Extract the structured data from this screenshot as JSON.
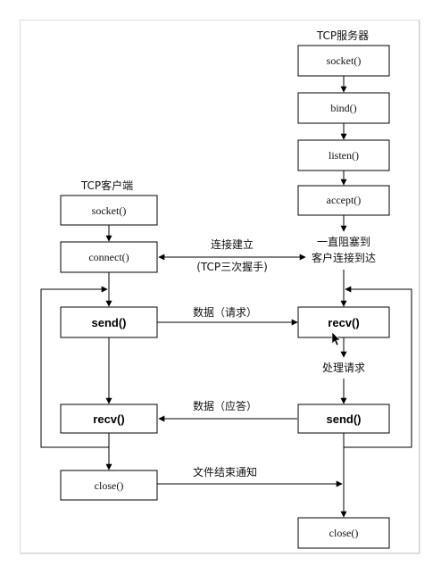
{
  "server": {
    "title": "TCP服务器",
    "steps": [
      "socket()",
      "bind()",
      "listen()",
      "accept()"
    ],
    "block_note_line1": "一直阻塞到",
    "block_note_line2": "客户连接到达",
    "recv_label": "recv()",
    "process_label": "处理请求",
    "send_label": "send()",
    "close_label": "close()"
  },
  "client": {
    "title": "TCP客户端",
    "socket_label": "socket()",
    "connect_label": "connect()",
    "send_label": "send()",
    "recv_label": "recv()",
    "close_label": "close()"
  },
  "messages": {
    "connection_line1": "连接建立",
    "connection_line2": "(TCP三次握手)",
    "request": "数据（请求）",
    "response": "数据（应答）",
    "eof_notice": "文件结束通知"
  },
  "colors": {
    "box_fill": "#ffffff",
    "box_stroke": "#000000",
    "text": "#111111"
  },
  "icons": [
    "mouse-cursor-icon"
  ]
}
